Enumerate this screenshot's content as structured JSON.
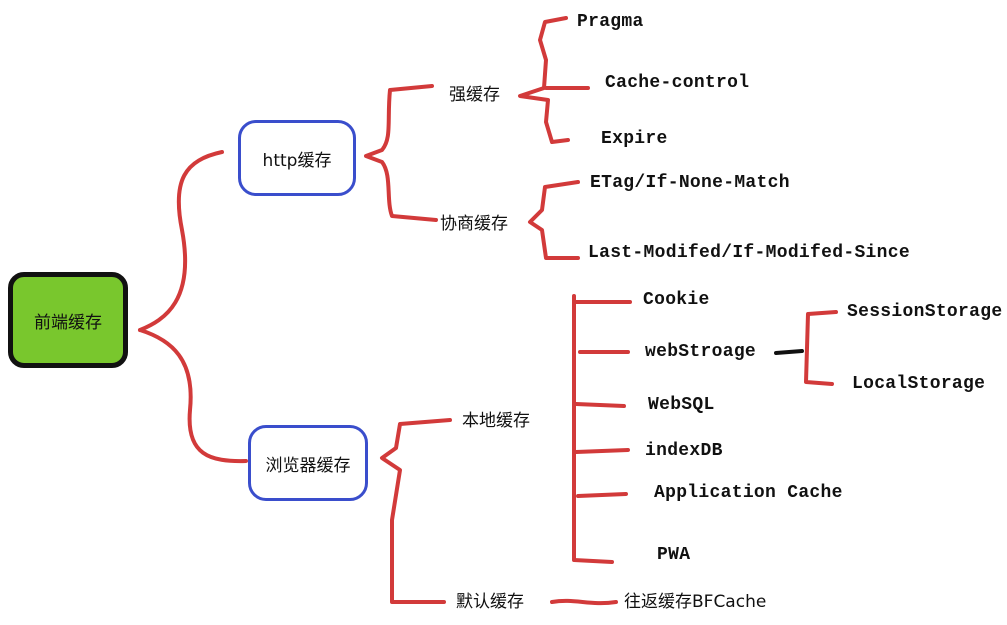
{
  "root": {
    "label": "前端缓存"
  },
  "http": {
    "label": "http缓存",
    "strong": {
      "label": "强缓存",
      "items": [
        "Pragma",
        "Cache-control",
        "Expire"
      ]
    },
    "negotiate": {
      "label": "协商缓存",
      "items": [
        "ETag/If-None-Match",
        "Last-Modifed/If-Modifed-Since"
      ]
    }
  },
  "browser": {
    "label": "浏览器缓存",
    "local": {
      "label": "本地缓存",
      "items": [
        "Cookie",
        "webStroage",
        "WebSQL",
        "indexDB",
        "Application Cache",
        "PWA"
      ],
      "webstorage_children": [
        "SessionStorage",
        "LocalStorage"
      ]
    },
    "default": {
      "label": "默认缓存",
      "child": "往返缓存BFCache"
    }
  },
  "colors": {
    "root_fill": "#79c72d",
    "node_border": "#3a4ecc",
    "connector": "#d23a3a",
    "ink": "#111111"
  }
}
